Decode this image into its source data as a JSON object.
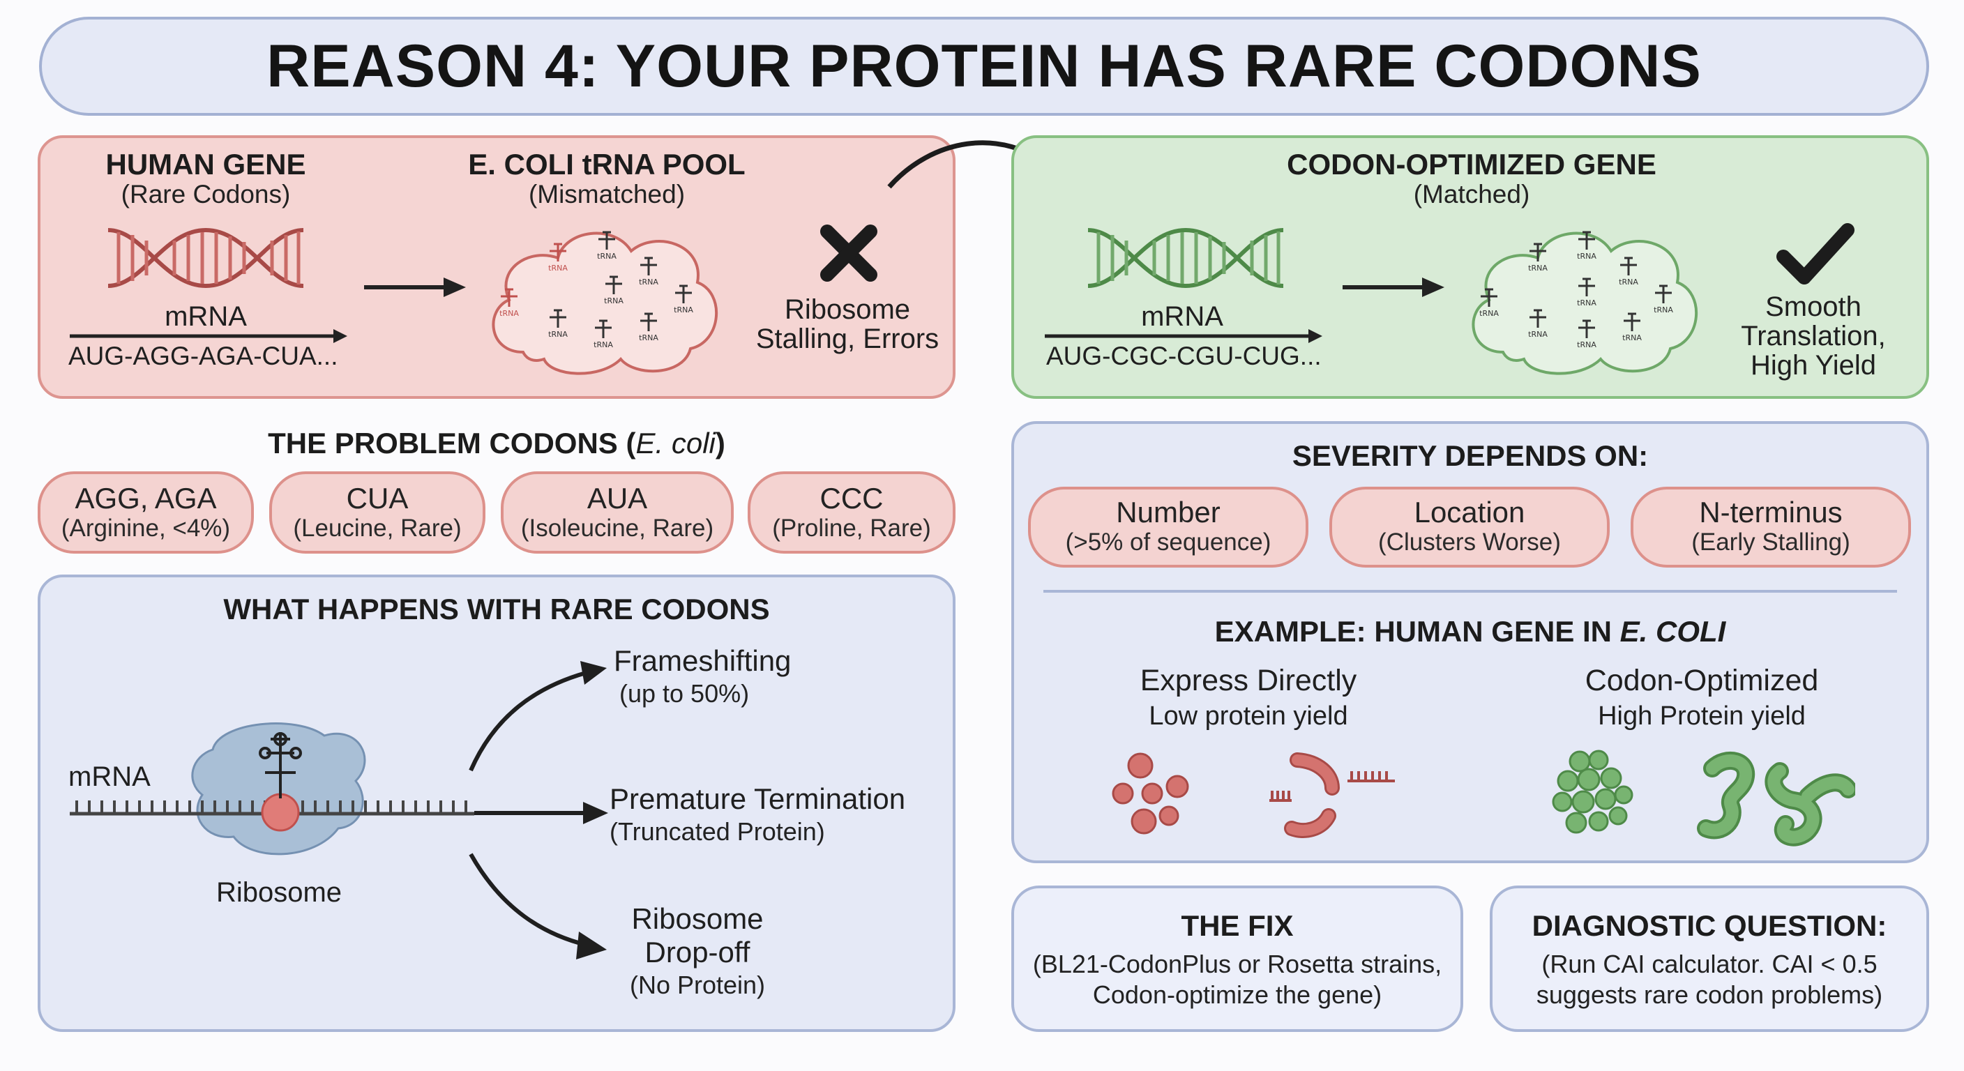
{
  "title": "REASON 4: YOUR PROTEIN HAS RARE CODONS",
  "human_gene": {
    "title": "HUMAN GENE",
    "subtitle": "(Rare Codons)",
    "mrna_label": "mRNA",
    "sequence": "AUG-AGG-AGA-CUA..."
  },
  "trna_pool": {
    "title": "E. COLI tRNA POOL",
    "subtitle": "(Mismatched)",
    "trna_label": "tRNA"
  },
  "stalling": {
    "line1": "Ribosome",
    "line2": "Stalling, Errors"
  },
  "optimized_gene": {
    "title": "CODON-OPTIMIZED GENE",
    "subtitle": "(Matched)",
    "mrna_label": "mRNA",
    "sequence": "AUG-CGC-CGU-CUG..."
  },
  "smooth": {
    "line1": "Smooth",
    "line2": "Translation,",
    "line3": "High Yield"
  },
  "problem_codons": {
    "title": "THE PROBLEM CODONS (",
    "title_italic": "E. coli",
    "title_end": ")",
    "items": [
      {
        "codon": "AGG, AGA",
        "detail": "(Arginine, <4%)"
      },
      {
        "codon": "CUA",
        "detail": "(Leucine, Rare)"
      },
      {
        "codon": "AUA",
        "detail": "(Isoleucine, Rare)"
      },
      {
        "codon": "CCC",
        "detail": "(Proline, Rare)"
      }
    ]
  },
  "what_happens": {
    "title": "WHAT HAPPENS WITH RARE CODONS",
    "mrna_label": "mRNA",
    "ribosome_label": "Ribosome",
    "outcomes": [
      {
        "line1": "Frameshifting",
        "line2": "(up to 50%)"
      },
      {
        "line1": "Premature Termination",
        "line2": "(Truncated Protein)"
      },
      {
        "line1": "Ribosome",
        "line2": "Drop-off",
        "line3": "(No Protein)"
      }
    ]
  },
  "severity": {
    "title": "SEVERITY DEPENDS ON:",
    "items": [
      {
        "label": "Number",
        "detail": "(>5% of sequence)"
      },
      {
        "label": "Location",
        "detail": "(Clusters Worse)"
      },
      {
        "label": "N-terminus",
        "detail": "(Early Stalling)"
      }
    ],
    "example_title": "EXAMPLE: HUMAN GENE IN ",
    "example_title_italic": "E. COLI",
    "left_title": "Express Directly",
    "left_subtitle": "Low protein yield",
    "right_title": "Codon-Optimized",
    "right_subtitle": "High Protein yield"
  },
  "fix": {
    "title": "THE FIX",
    "line1": "(BL21-CodonPlus or Rosetta strains,",
    "line2": "Codon-optimize the gene)"
  },
  "diagnostic": {
    "title": "DIAGNOSTIC QUESTION:",
    "line1": "(Run CAI calculator. CAI < 0.5",
    "line2": "suggests rare codon problems)"
  },
  "colors": {
    "red_panel": "#f5d5d3",
    "green_panel": "#d8ebd6",
    "blue_panel": "#e5e9f6",
    "red_accent": "#c0504d",
    "green_accent": "#5e9b58"
  }
}
